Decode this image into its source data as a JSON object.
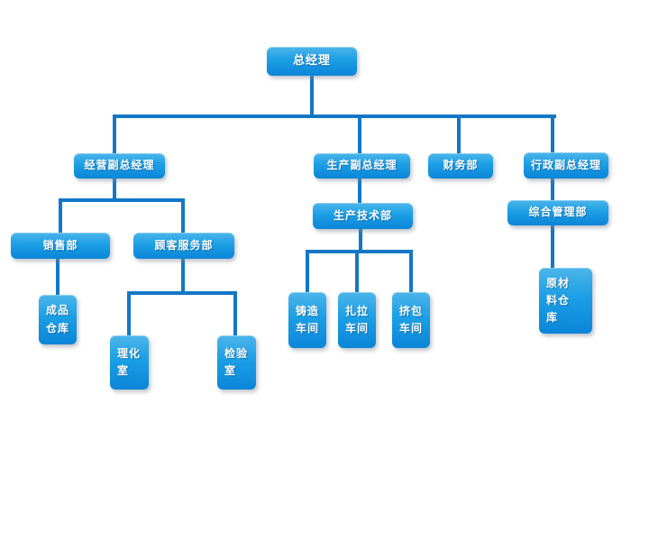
{
  "diagram": {
    "type": "org-chart",
    "background_color": "#ffffff",
    "node_fill_top": "#4db5ea",
    "node_fill_bottom": "#0b85d8",
    "node_text_color": "#ffffff",
    "connector_color": "#1377c6",
    "nodes": {
      "gm": {
        "label": "总经理"
      },
      "ops_vp": {
        "label": "经营副总经理"
      },
      "prod_vp": {
        "label": "生产副总经理"
      },
      "finance": {
        "label": "财务部"
      },
      "admin_vp": {
        "label": "行政副总经理"
      },
      "prod_tech": {
        "label": "生产技术部"
      },
      "general_mgmt": {
        "label": "综合管理部"
      },
      "sales": {
        "label": "销售部"
      },
      "customer_service": {
        "label": "顾客服务部"
      },
      "finished_wh": {
        "label": "成品\n仓库"
      },
      "physchem": {
        "label": "理化\n室"
      },
      "inspection": {
        "label": "检验\n室"
      },
      "casting": {
        "label": "铸造\n车间"
      },
      "drawing": {
        "label": "扎拉\n车间"
      },
      "extrusion": {
        "label": "挤包\n车间"
      },
      "raw_wh": {
        "label": "原材\n料仓\n库"
      }
    },
    "edges": [
      {
        "from": "总经理",
        "to": "经营副总经理"
      },
      {
        "from": "总经理",
        "to": "生产副总经理"
      },
      {
        "from": "总经理",
        "to": "财务部"
      },
      {
        "from": "总经理",
        "to": "行政副总经理"
      },
      {
        "from": "经营副总经理",
        "to": "销售部"
      },
      {
        "from": "经营副总经理",
        "to": "顾客服务部"
      },
      {
        "from": "销售部",
        "to": "成品仓库"
      },
      {
        "from": "顾客服务部",
        "to": "理化室"
      },
      {
        "from": "顾客服务部",
        "to": "检验室"
      },
      {
        "from": "生产副总经理",
        "to": "生产技术部"
      },
      {
        "from": "生产技术部",
        "to": "铸造车间"
      },
      {
        "from": "生产技术部",
        "to": "扎拉车间"
      },
      {
        "from": "生产技术部",
        "to": "挤包车间"
      },
      {
        "from": "行政副总经理",
        "to": "综合管理部"
      },
      {
        "from": "综合管理部",
        "to": "原材料仓库"
      }
    ]
  }
}
